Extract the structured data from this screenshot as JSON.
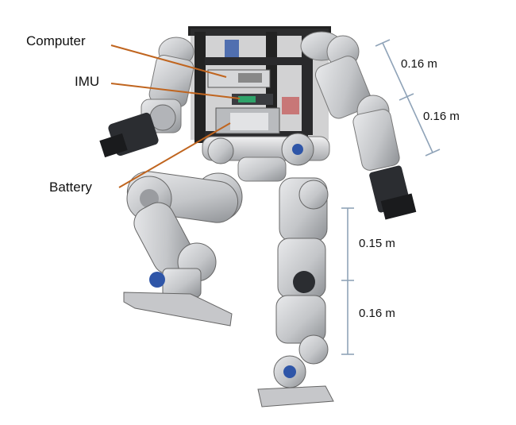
{
  "labels": {
    "computer": "Computer",
    "imu": "IMU",
    "battery": "Battery"
  },
  "dimensions": {
    "upper_arm": "0.16 m",
    "forearm": "0.16 m",
    "thigh": "0.15 m",
    "shank": "0.16 m"
  },
  "colors": {
    "pointer": "#c0651f",
    "dimension_line": "#8fa3b8",
    "frame": "#1d1d1f",
    "metal": "#c9cacc",
    "metal_dark": "#8e9094",
    "servo": "#2b2d31",
    "accent_blue": "#2f56a8",
    "accent_green": "#2fa36a"
  }
}
